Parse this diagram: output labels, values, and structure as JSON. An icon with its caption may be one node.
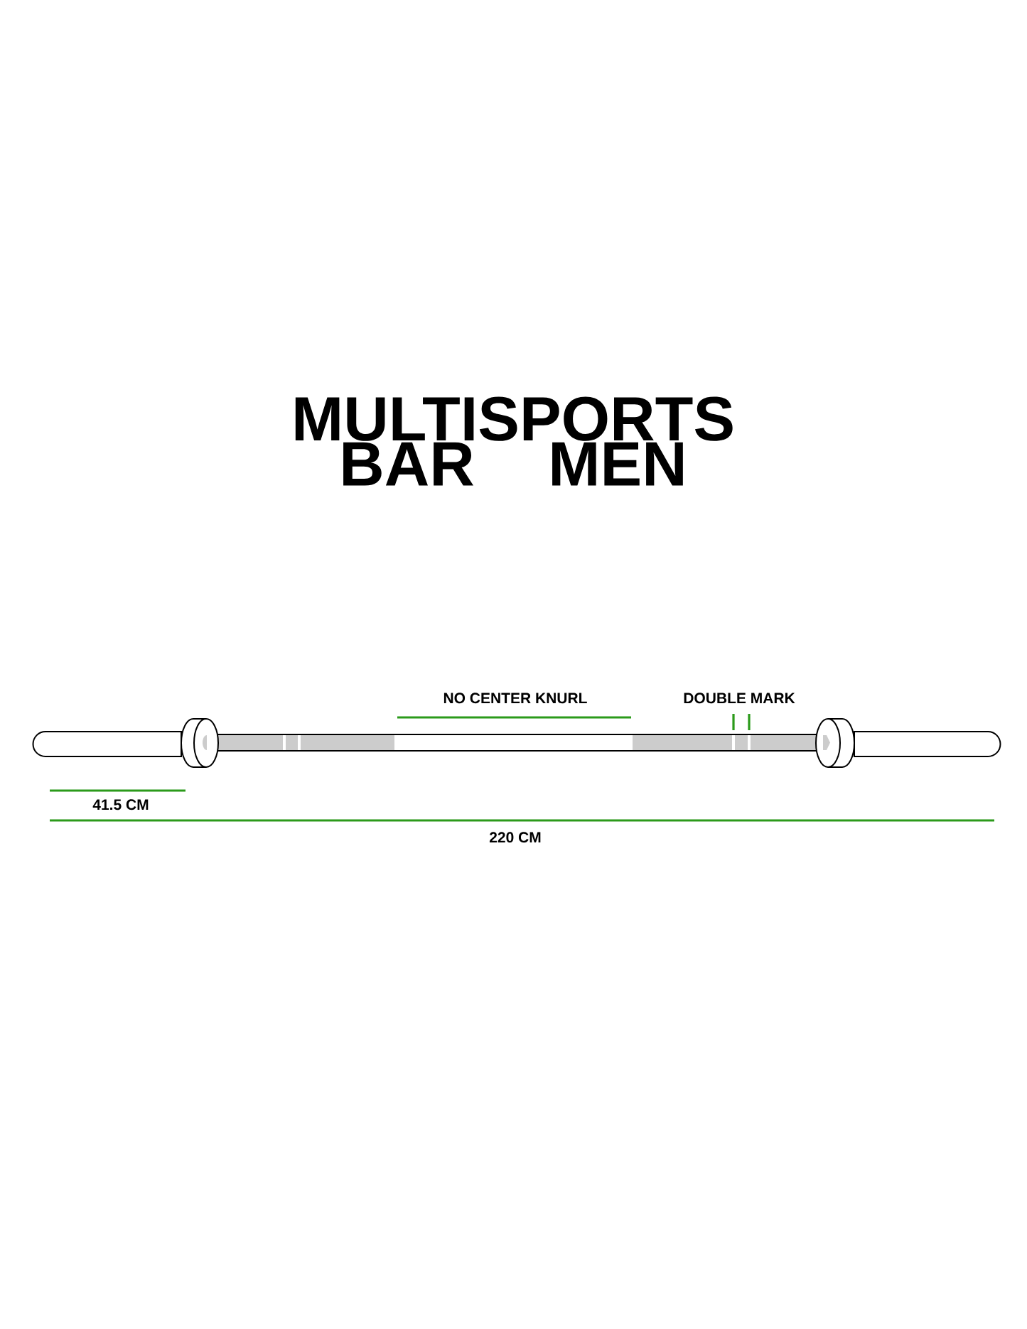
{
  "diagram": {
    "title": "MULTISPORTS BAR MEN",
    "labels": [
      "NO CENTER KNURL",
      "DOUBLE MARK",
      "41.5 CM",
      "220 CM"
    ]
  }
}
